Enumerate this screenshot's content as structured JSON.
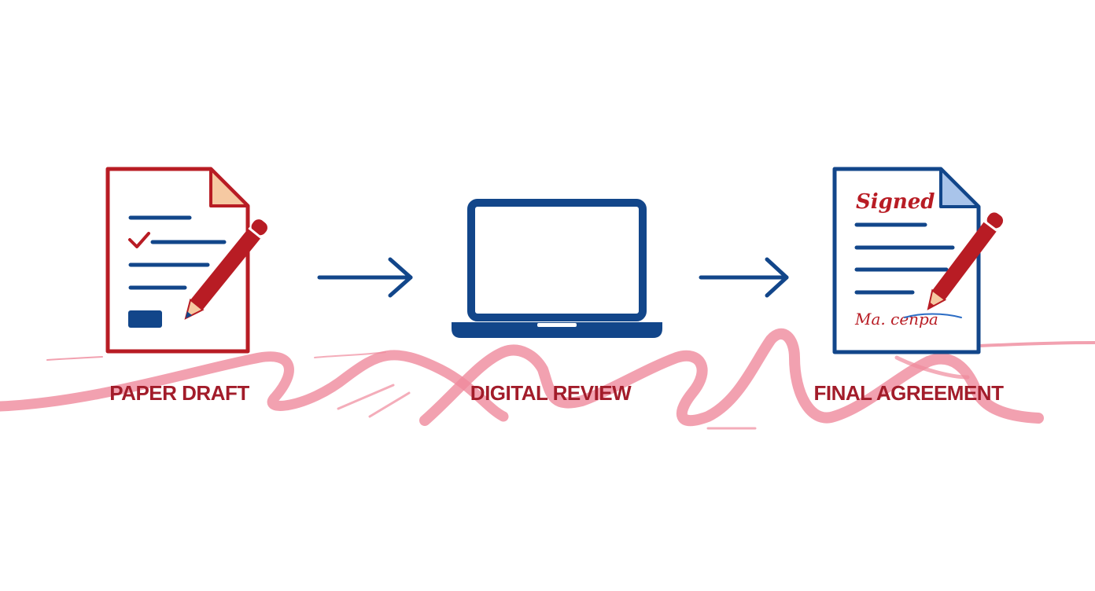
{
  "steps": [
    {
      "label": "PAPER DRAFT",
      "icon": "paper-document-with-pencil-icon"
    },
    {
      "label": "DIGITAL REVIEW",
      "icon": "laptop-icon"
    },
    {
      "label": "FINAL AGREEMENT",
      "icon": "signed-document-with-pencil-icon"
    }
  ],
  "final_document": {
    "heading": "Signed",
    "signature": "Ma. cenpa"
  },
  "connectors": [
    "right-arrow-icon",
    "right-arrow-icon"
  ],
  "colors": {
    "red": "#b81c24",
    "blue": "#12468a",
    "pink_scribble": "#ef8a9c",
    "label": "#a21c2a",
    "peach_fold": "#f6c9a2",
    "light_blue_fold": "#a9c4ea"
  }
}
